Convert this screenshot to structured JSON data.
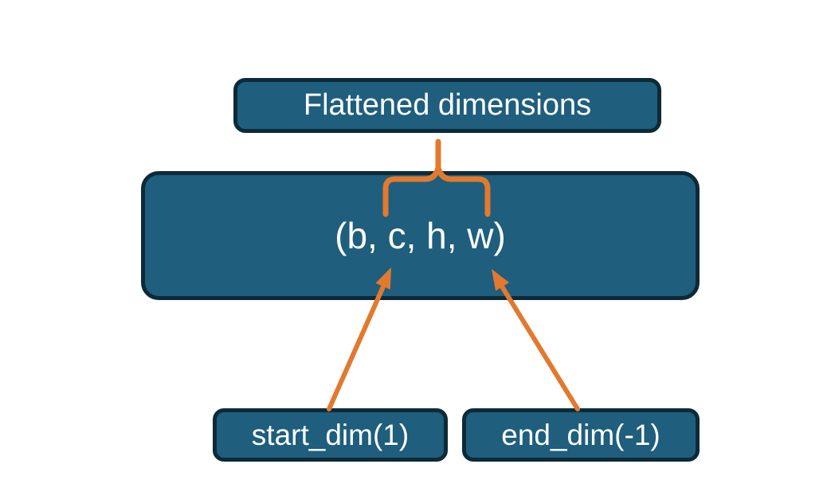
{
  "diagram": {
    "title_box": {
      "label": "Flattened dimensions"
    },
    "tensor_box": {
      "label": "(b, c, h, w)"
    },
    "start_dim_box": {
      "label": "start_dim(1)"
    },
    "end_dim_box": {
      "label": "end_dim(-1)"
    }
  },
  "colors": {
    "box_fill": "#1f5e7d",
    "box_border": "#0d2a38",
    "box_text": "#ffffff",
    "connector_orange": "#e2792e",
    "background": "#ffffff"
  }
}
